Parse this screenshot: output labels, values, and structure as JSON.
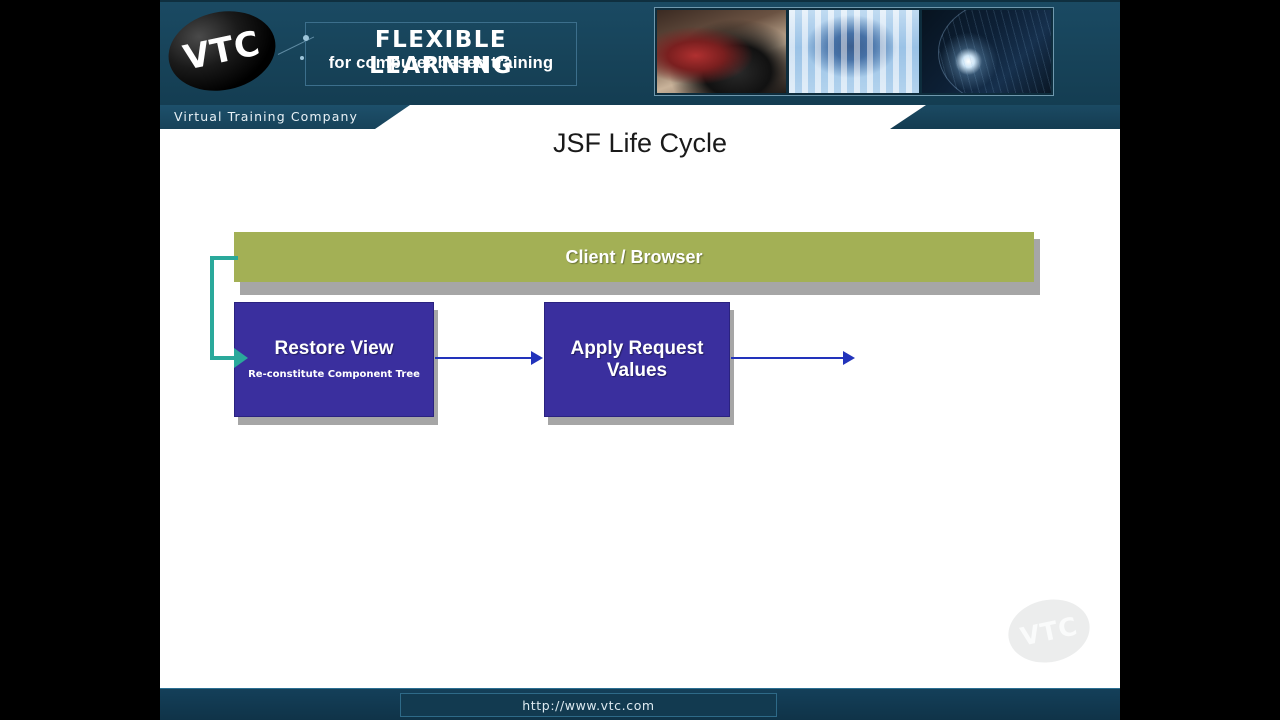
{
  "branding": {
    "logo_text": "VTC",
    "tagline_line1": "FLEXIBLE LEARNING",
    "tagline_line2": "for computer based training",
    "company_bar_label": "Virtual Training Company",
    "watermark_text": "VTC",
    "header_bg": "#174359",
    "photo_strip": [
      {
        "name": "hand-on-calculator-photo"
      },
      {
        "name": "businessman-blue-photo"
      },
      {
        "name": "dark-sphere-light-photo"
      }
    ]
  },
  "slide": {
    "title": "JSF Life Cycle"
  },
  "diagram": {
    "type": "flow",
    "client_box": {
      "label": "Client / Browser",
      "color": "#a3b055"
    },
    "phases": [
      {
        "label": "Restore View",
        "sublabel": "Re-constitute Component Tree",
        "color": "#3a2f9e"
      },
      {
        "label": "Apply Request Values",
        "sublabel": "",
        "color": "#3a2f9e"
      }
    ],
    "arrows": {
      "flow_color": "#2233bb",
      "feedback_color": "#2aa99b"
    }
  },
  "footer": {
    "url": "http://www.vtc.com"
  }
}
